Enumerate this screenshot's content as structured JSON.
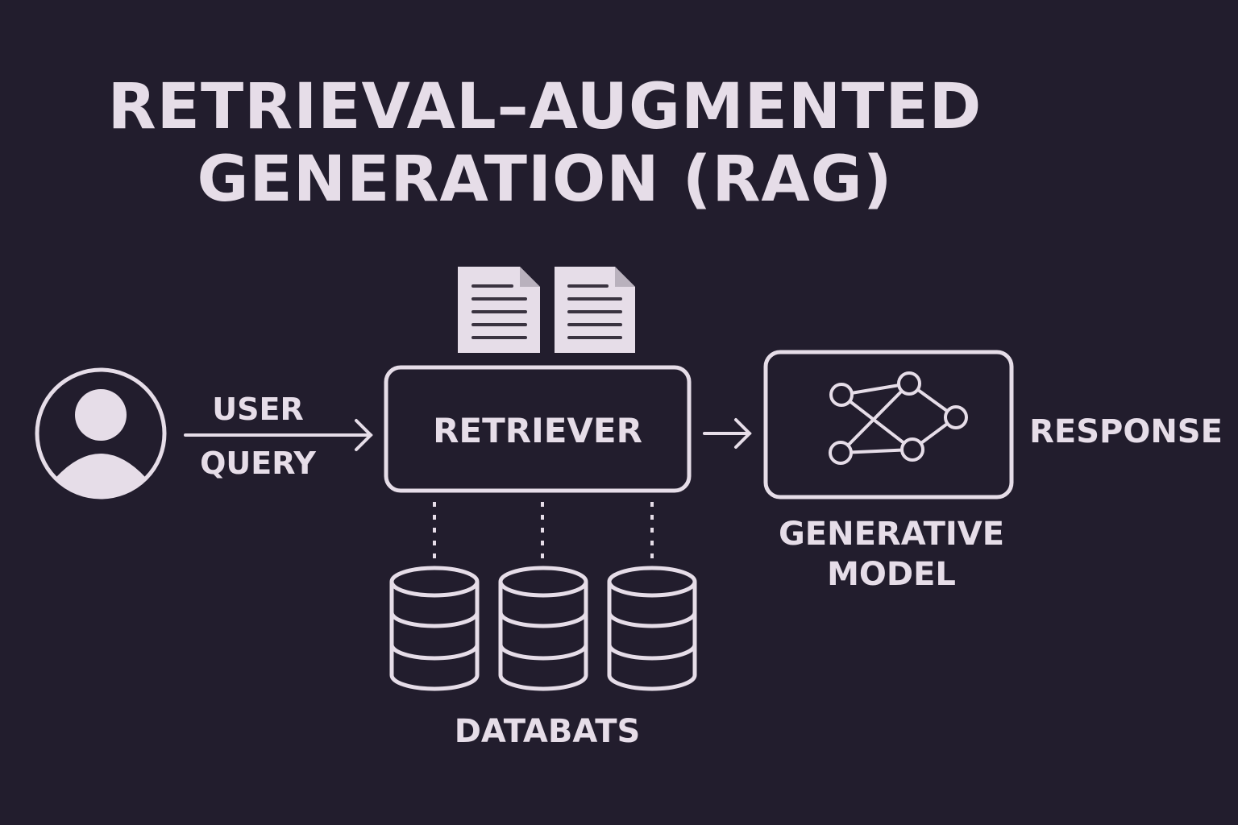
{
  "title": {
    "line1": "RETRIEVAL–AUGMENTED",
    "line2": "GENERATION (RAG)"
  },
  "labels": {
    "user_query_line1": "USER",
    "user_query_line2": "QUERY",
    "retriever": "RETRIEVER",
    "generative_model_line1": "GENERATIVE",
    "generative_model_line2": "MODEL",
    "response": "RESPONSE",
    "databases": "DATABATS"
  },
  "icons": {
    "user": "user-avatar-icon",
    "documents": "document-icon",
    "databases": "database-icon",
    "model": "neural-network-icon"
  },
  "colors": {
    "background": "#221d2d",
    "foreground": "#e6dde8",
    "document_fill": "#e6dde8",
    "document_fold": "#b9b1bd"
  }
}
